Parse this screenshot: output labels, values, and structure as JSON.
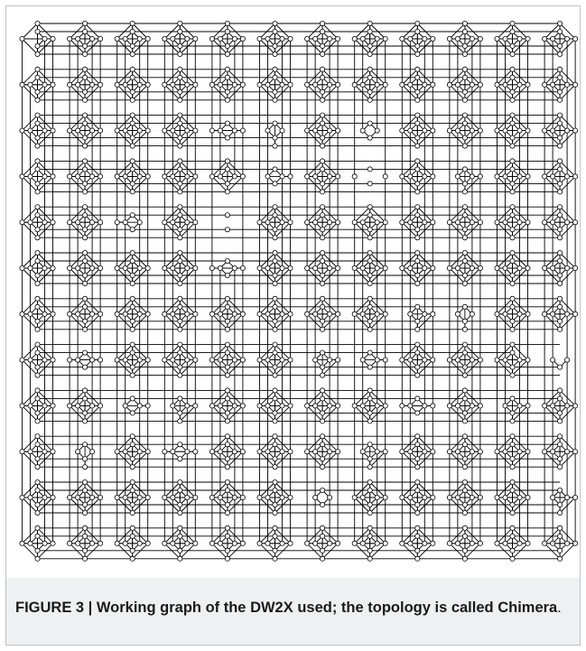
{
  "figure": {
    "caption_label": "FIGURE 3 | Working graph of the DW2X used; the topology is called",
    "caption_term": "Chimera",
    "caption_end": "."
  },
  "graph": {
    "topology": "Chimera",
    "grid_rows": 12,
    "grid_cols": 12,
    "qubits_per_shore": 4,
    "line_color": "#000000",
    "node_fill": "#ffffff",
    "missing_qubits": [
      {
        "cell": [
          0,
          0
        ],
        "qubits": [
          2
        ]
      },
      {
        "cell": [
          2,
          4
        ],
        "qubits": [
          0,
          1
        ]
      },
      {
        "cell": [
          2,
          5
        ],
        "qubits": [
          0,
          4,
          5
        ]
      },
      {
        "cell": [
          2,
          7
        ],
        "qubits": [
          0,
          1,
          4,
          5
        ]
      },
      {
        "cell": [
          3,
          5
        ],
        "qubits": [
          0,
          1,
          4
        ]
      },
      {
        "cell": [
          3,
          7
        ],
        "qubits": [
          0,
          1,
          2,
          3
        ]
      },
      {
        "cell": [
          3,
          9
        ],
        "qubits": [
          0,
          4
        ]
      },
      {
        "cell": [
          4,
          2
        ],
        "qubits": [
          0,
          1,
          5
        ]
      },
      {
        "cell": [
          4,
          4
        ],
        "qubits": [
          0,
          1,
          2,
          3,
          4,
          5
        ]
      },
      {
        "cell": [
          5,
          4
        ],
        "qubits": [
          0,
          1
        ]
      },
      {
        "cell": [
          6,
          8
        ],
        "qubits": [
          0,
          4
        ]
      },
      {
        "cell": [
          6,
          9
        ],
        "qubits": [
          0,
          4,
          5
        ]
      },
      {
        "cell": [
          7,
          1
        ],
        "qubits": [
          0,
          1
        ]
      },
      {
        "cell": [
          7,
          6
        ],
        "qubits": [
          0,
          4
        ]
      },
      {
        "cell": [
          7,
          7
        ],
        "qubits": [
          0,
          1,
          4
        ]
      },
      {
        "cell": [
          7,
          11
        ],
        "qubits": [
          0,
          1,
          4,
          5,
          6
        ]
      },
      {
        "cell": [
          8,
          2
        ],
        "qubits": [
          0,
          1,
          4
        ]
      },
      {
        "cell": [
          8,
          3
        ],
        "qubits": [
          0,
          4
        ]
      },
      {
        "cell": [
          8,
          8
        ],
        "qubits": [
          0,
          1
        ]
      },
      {
        "cell": [
          8,
          10
        ],
        "qubits": [
          0,
          4
        ]
      },
      {
        "cell": [
          9,
          1
        ],
        "qubits": [
          0,
          4,
          5
        ]
      },
      {
        "cell": [
          9,
          3
        ],
        "qubits": [
          0,
          1
        ]
      },
      {
        "cell": [
          9,
          7
        ],
        "qubits": [
          0,
          4
        ]
      },
      {
        "cell": [
          10,
          6
        ],
        "qubits": [
          0,
          1,
          4,
          5
        ]
      },
      {
        "cell": [
          10,
          11
        ],
        "qubits": [
          0,
          4
        ]
      }
    ]
  }
}
